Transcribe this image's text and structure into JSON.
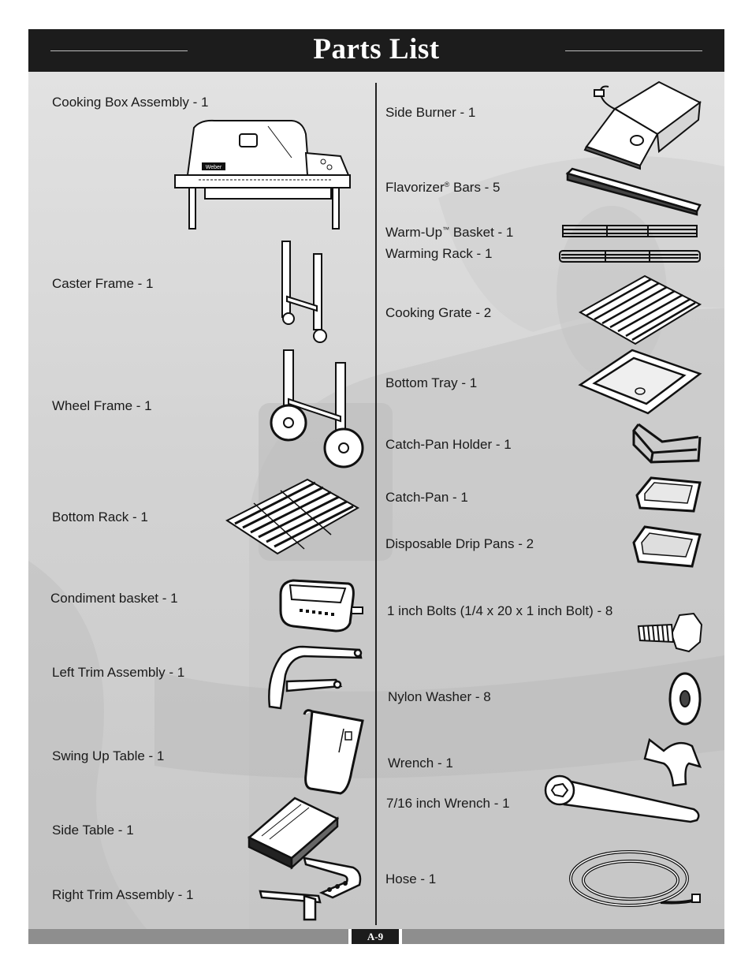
{
  "header": {
    "title": "Parts List"
  },
  "left": [
    {
      "label": "Cooking Box Assembly - 1",
      "icon": "grill-icon"
    },
    {
      "label": "Caster Frame - 1",
      "icon": "caster-frame-icon"
    },
    {
      "label": "Wheel Frame - 1",
      "icon": "wheel-frame-icon"
    },
    {
      "label": "Bottom Rack - 1",
      "icon": "bottom-rack-icon"
    },
    {
      "label": "Condiment basket - 1",
      "icon": "condiment-basket-icon"
    },
    {
      "label": "Left Trim Assembly - 1",
      "icon": "left-trim-icon"
    },
    {
      "label": "Swing Up Table - 1",
      "icon": "swing-table-icon"
    },
    {
      "label": "Side Table - 1",
      "icon": "side-table-icon"
    },
    {
      "label": "Right Trim Assembly - 1",
      "icon": "right-trim-icon"
    }
  ],
  "right": [
    {
      "label": "Side Burner - 1",
      "icon": "side-burner-icon"
    },
    {
      "label": "Flavorizer",
      "mark": "®",
      "suffix": " Bars - 5",
      "icon": "flavorizer-bar-icon"
    },
    {
      "label": "Warm-Up",
      "mark": "™",
      "suffix": " Basket - 1",
      "icon": "warmup-basket-icon"
    },
    {
      "label": "Warming Rack - 1",
      "icon": "warming-rack-icon"
    },
    {
      "label": "Cooking Grate - 2",
      "icon": "cooking-grate-icon"
    },
    {
      "label": "Bottom Tray - 1",
      "icon": "bottom-tray-icon"
    },
    {
      "label": "Catch-Pan Holder - 1",
      "icon": "catch-pan-holder-icon"
    },
    {
      "label": "Catch-Pan - 1",
      "icon": "catch-pan-icon"
    },
    {
      "label": "Disposable Drip Pans - 2",
      "icon": "drip-pan-icon"
    },
    {
      "label": "1 inch Bolts (1/4 x 20 x 1 inch Bolt) - 8",
      "icon": "bolt-icon"
    },
    {
      "label": "Nylon Washer - 8",
      "icon": "washer-icon"
    },
    {
      "label": "Wrench - 1",
      "icon": "wrench-icon"
    },
    {
      "label": "7/16 inch Wrench - 1",
      "icon": "long-wrench-icon"
    },
    {
      "label": "Hose - 1",
      "icon": "hose-icon"
    }
  ],
  "brand_logo_text": "Weber",
  "footer": {
    "page": "A-9"
  },
  "colors": {
    "header_bg": "#1c1c1c",
    "panel_bg": "#d3d3d3",
    "footer_bar": "#8e8e8e"
  }
}
